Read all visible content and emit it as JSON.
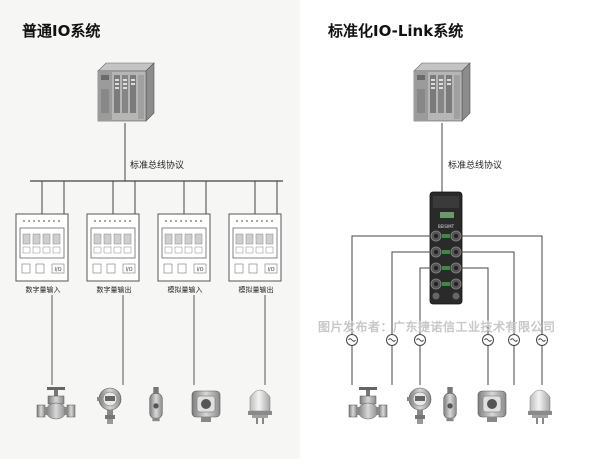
{
  "left": {
    "title": "普通IO系统",
    "bus_label": "标准总线协议",
    "modules": [
      {
        "label": "数字量输入",
        "io": "I/O"
      },
      {
        "label": "数字量输出",
        "io": "I/O"
      },
      {
        "label": "模拟量输入",
        "io": "I/O"
      },
      {
        "label": "模拟量输出",
        "io": "I/O"
      }
    ]
  },
  "right": {
    "title": "标准化IO-Link系统",
    "bus_label": "标准总线协议",
    "hub_brand": "BEISIMT"
  },
  "devices": [
    "valve-icon",
    "pressure-sensor-icon",
    "probe-sensor-icon",
    "photo-sensor-icon",
    "indicator-lamp-icon"
  ],
  "watermark": "图片发布者：广东捷诺信工业技术有限公司"
}
